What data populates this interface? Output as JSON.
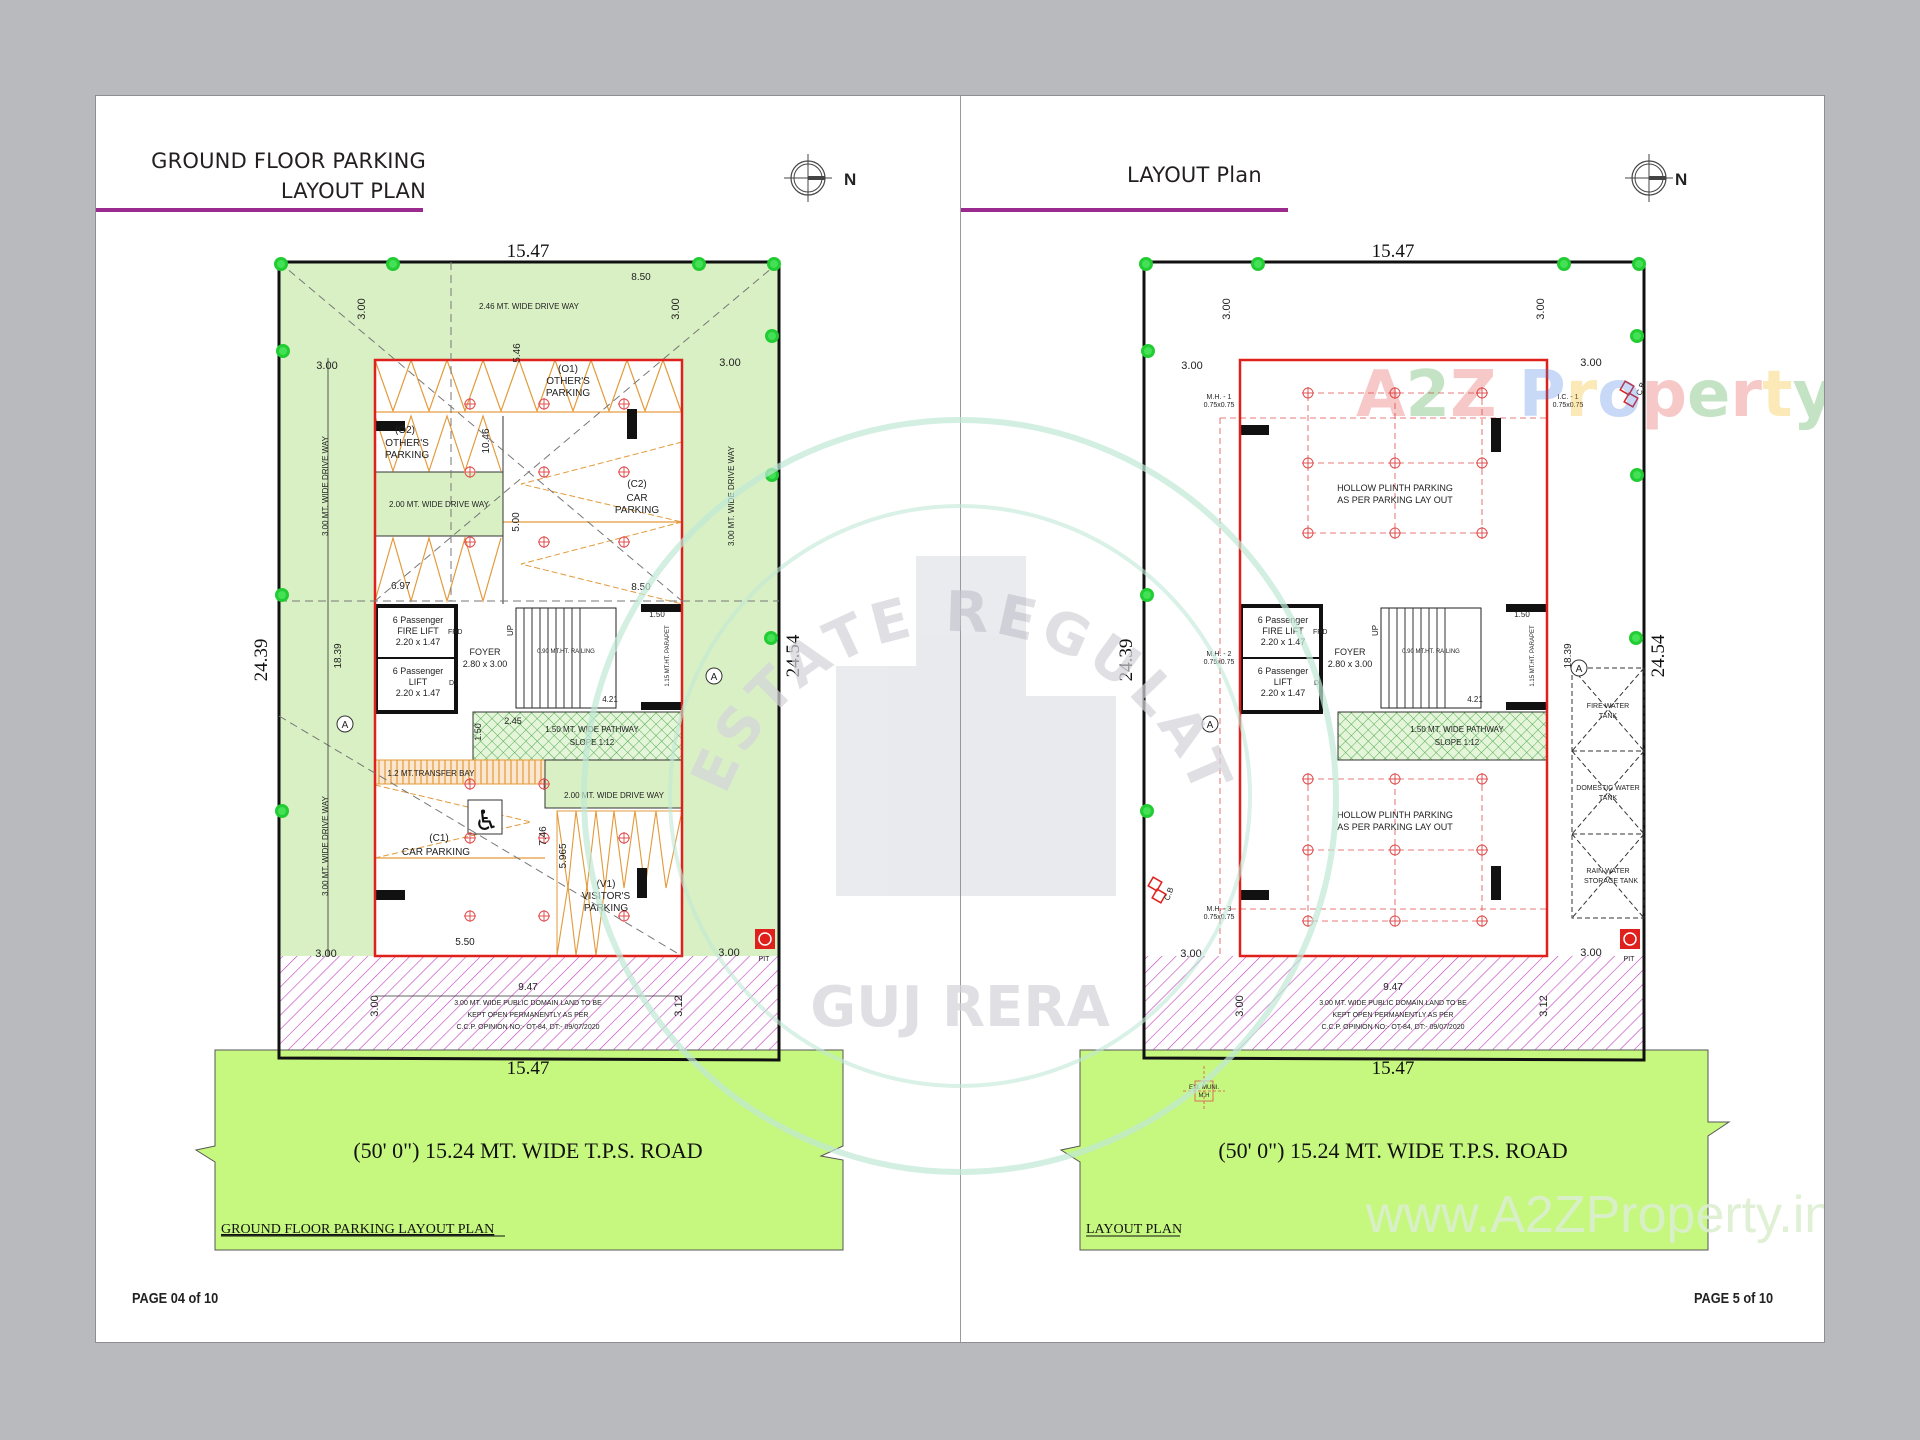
{
  "colors": {
    "background": "#b9babe",
    "accent_rule": "#9b2a8e",
    "plot_green": "#d9f0c4",
    "road_green": "#c6f77f",
    "building_outline": "#e0201c",
    "hatch_magenta": "#c040c0",
    "parking_orange": "#e39a3a",
    "tree_green": "#22cc33",
    "pathway_green": "#2e9a2e"
  },
  "left_page": {
    "title_line1": "GROUND FLOOR PARKING",
    "title_line2": "LAYOUT PLAN",
    "compass_label": "N",
    "page_number": "PAGE 04 of 10",
    "drawing_caption": "GROUND FLOOR PARKING LAYOUT PLAN",
    "plan": {
      "dim_top": "15.47",
      "dim_bottom": "15.47",
      "dim_left": "24.39",
      "dim_right": "24.54",
      "dim_inner_height": "18.39",
      "dim_top_right": "8.50",
      "dim_mid_right": "8.50",
      "dim_setback_top_left": "3.00",
      "dim_setback_top_right": "3.00",
      "dim_setback_left": "3.00",
      "dim_setback_right": "3.00",
      "dim_setback_bottom_left": "3.00",
      "dim_setback_bottom_right": "3.00",
      "dim_697": "6.97",
      "dim_1046": "10.46",
      "dim_500": "5.00",
      "dim_546": "5.46",
      "dim_746": "7.46",
      "dim_5965": "5.965",
      "dim_550": "5.50",
      "dim_947": "9.47",
      "dim_front_left": "3.00",
      "dim_front_right": "3.12",
      "dim_245": "2.45",
      "dim_150": "1.50",
      "dim_stair_150": "1.50",
      "dim_421": "4.21",
      "driveway_top": "2.46 MT. WIDE DRIVE  WAY",
      "driveway_left": "3.00 MT. WIDE DRIVE  WAY",
      "driveway_left_lower": "3.00 MT. WIDE DRIVE  WAY",
      "driveway_right": "3.00 MT. WIDE DRIVE  WAY",
      "driveway_inner": "2.00 MT. WIDE DRIVE  WAY",
      "driveway_inner_lower": "2.00 MT. WIDE DRIVE  WAY",
      "o1_code": "(O1)",
      "o1_label_1": "OTHER'S",
      "o1_label_2": "PARKING",
      "o2_code": "(O2)",
      "o2_label_1": "OTHER'S",
      "o2_label_2": "PARKING",
      "c2_code": "(C2)",
      "c2_label_1": "CAR",
      "c2_label_2": "PARKING",
      "c1_code": "(C1)",
      "c1_label": "CAR PARKING",
      "v1_code": "(V1)",
      "v1_label_1": "VISITOR'S",
      "v1_label_2": "PARKING",
      "fire_lift_1": "6 Passenger",
      "fire_lift_2": "FIRE LIFT",
      "fire_lift_3": "2.20 x 1.47",
      "fire_lift_door": "FRD",
      "lift_1": "6 Passenger",
      "lift_2": "LIFT",
      "lift_3": "2.20 x 1.47",
      "lift_door": "D1",
      "foyer_1": "FOYER",
      "foyer_2": "2.80 x 3.00",
      "stair_up": "UP",
      "railing": "0.90 MT.HT. RAILING",
      "parapet": "1.15 MT.HT. PARAPET",
      "pathway_1": "1.50 MT. WIDE PATHWAY",
      "pathway_2": "SLOPE 1:12",
      "transfer_bay": "1.2 MT.TRANSFER BAY",
      "section_marker": "A",
      "pit_label": "PIT",
      "public_land_1": "3.00 MT. WIDE PUBLIC DOMAIN LAND TO BE",
      "public_land_2": "KEPT OPEN PERMANENTLY AS PER",
      "public_land_3": "C.C.P. OPINION NO:- OT-84, DT:- 09/07/2020",
      "road_label": "(50' 0\") 15.24 MT.  WIDE  T.P.S.  ROAD"
    }
  },
  "right_page": {
    "title": "LAYOUT Plan",
    "compass_label": "N",
    "page_number": "PAGE 5 of 10",
    "drawing_caption": "LAYOUT PLAN",
    "plan": {
      "dim_top": "15.47",
      "dim_bottom": "15.47",
      "dim_left": "24.39",
      "dim_right": "24.54",
      "dim_inner_height": "18.39",
      "dim_setback_top_left": "3.00",
      "dim_setback_top_right": "3.00",
      "dim_setback_left": "3.00",
      "dim_setback_right": "3.00",
      "dim_setback_bottom_left": "3.00",
      "dim_setback_bottom_right": "3.00",
      "dim_947": "9.47",
      "dim_front_left": "3.00",
      "dim_front_right": "3.12",
      "dim_stair_150": "1.50",
      "dim_421": "4.21",
      "mh1_1": "M.H. - 1",
      "mh1_2": "0.75x0.75",
      "mh2_1": "M.H. - 2",
      "mh2_2": "0.75x0.75",
      "mh3_1": "M.H. - 3",
      "mh3_2": "0.75x0.75",
      "ic1_1": "I.C. - 1",
      "ic1_2": "0.75x0.75",
      "cb_label": "C.B",
      "hollow_top_1": "HOLLOW PLINTH PARKING",
      "hollow_top_2": "AS PER PARKING LAY OUT",
      "hollow_bottom_1": "HOLLOW PLINTH PARKING",
      "hollow_bottom_2": "AS PER PARKING LAY OUT",
      "fire_lift_1": "6 Passenger",
      "fire_lift_2": "FIRE LIFT",
      "fire_lift_3": "2.20 x 1.47",
      "fire_lift_door": "FRD",
      "lift_1": "6 Passenger",
      "lift_2": "LIFT",
      "lift_3": "2.20 x 1.47",
      "lift_door": "D1",
      "foyer_1": "FOYER",
      "foyer_2": "2.80 x 3.00",
      "stair_up": "UP",
      "railing": "0.90 MT.HT. RAILING",
      "parapet": "1.15 MT.HT. PARAPET",
      "pathway_1": "1.50 MT. WIDE PATHWAY",
      "pathway_2": "SLOPE 1:12",
      "section_marker": "A",
      "fire_tank_1": "FIRE WATER",
      "fire_tank_2": "TANK",
      "domestic_tank_1": "DOMESTIC WATER",
      "domestic_tank_2": "TANK",
      "rain_tank_1": "RAIN WATER",
      "rain_tank_2": "STORAGE TANK",
      "pit_label": "PIT",
      "exi_mh_1": "EXI. MUNI.",
      "exi_mh_2": "M.H",
      "public_land_1": "3.00 MT. WIDE PUBLIC DOMAIN LAND TO BE",
      "public_land_2": "KEPT OPEN PERMANENTLY AS PER",
      "public_land_3": "C.C.P. OPINION NO:- OT-84, DT:- 09/07/2020",
      "road_label": "(50' 0\") 15.24 MT.  WIDE  T.P.S.  ROAD"
    }
  },
  "watermarks": {
    "rera_top": "ESTATE REGULATORY AUTHORITY",
    "rera_bottom": "GUJ RERA",
    "brand_logo": "A2Z Property",
    "brand_url": "www.A2ZProperty.in"
  }
}
